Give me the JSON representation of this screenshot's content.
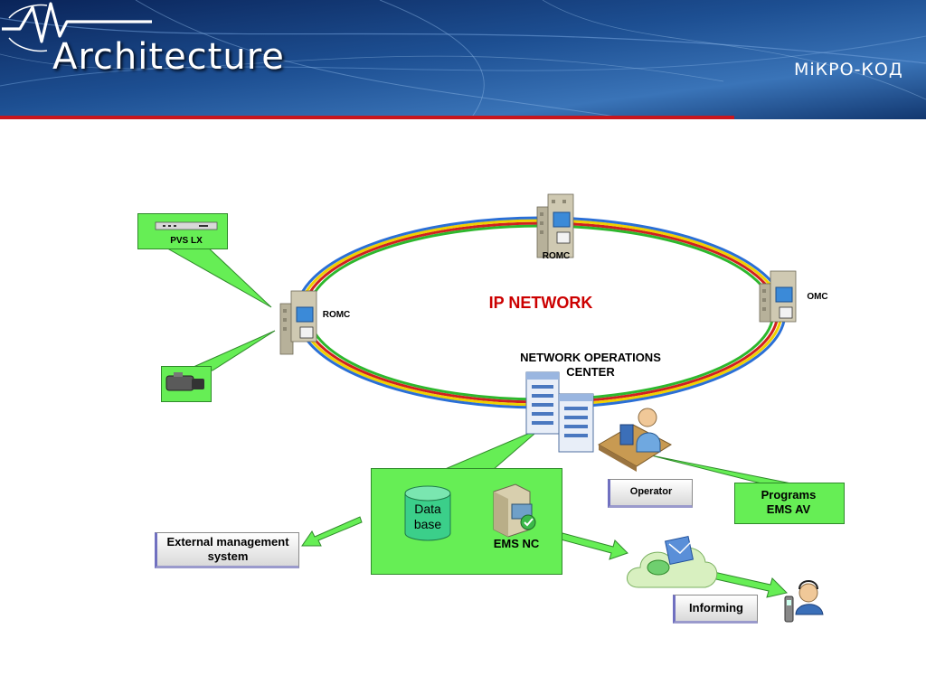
{
  "header": {
    "title": "Architecture",
    "logo_text": "МіКРО-КОД",
    "colors": {
      "band_dark": "#0b2a63",
      "band_mid": "#2a63a8",
      "accent_red": "#c8161d"
    }
  },
  "diagram": {
    "network_label": "IP NETWORK",
    "nodes": {
      "romc_top": "ROMC",
      "romc_left": "ROMC",
      "omc": "OMC",
      "noc": "NETWORK OPERATIONS CENTER",
      "pvs": "PVS LX",
      "operator": "Operator",
      "programs": "Programs EMS AV",
      "database": "Data base",
      "ems_nc": "EMS NC",
      "external": "External management system",
      "informing": "Informing"
    },
    "colors": {
      "ring_outer_green": "#2db82d",
      "ring_red": "#d02020",
      "ring_yellow": "#f0d000",
      "ring_blue": "#2a6fd6",
      "callout_green": "#66ee55",
      "network_label": "#cc0000"
    }
  }
}
